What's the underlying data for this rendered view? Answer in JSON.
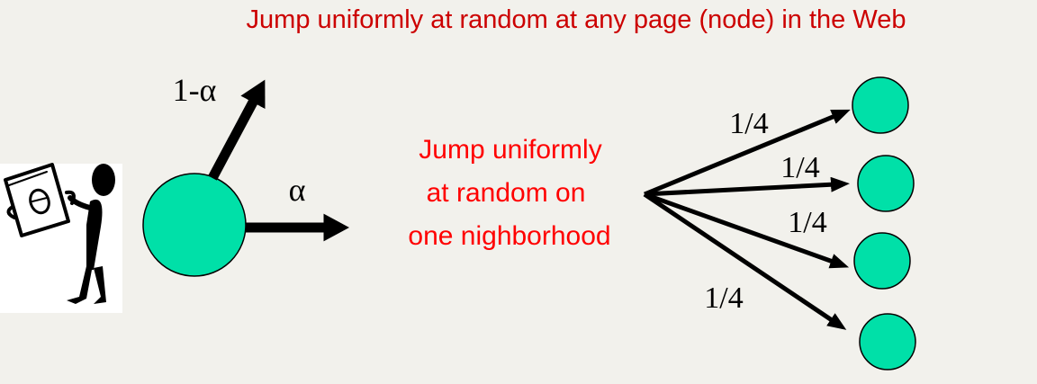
{
  "title": "Jump uniformly at random at any page (node) in the Web",
  "teleport_label": "1-α",
  "follow_label": "α",
  "middle_text": [
    "Jump uniformly",
    "at random on",
    "one nighborhood"
  ],
  "branch_labels": [
    "1/4",
    "1/4",
    "1/4",
    "1/4"
  ],
  "colors": {
    "background": "#f2f1ec",
    "node_fill": "#00e0a8",
    "red_text": "#ff0000",
    "title_text": "#cc0000"
  },
  "icons": [
    "surfer-clipart"
  ]
}
